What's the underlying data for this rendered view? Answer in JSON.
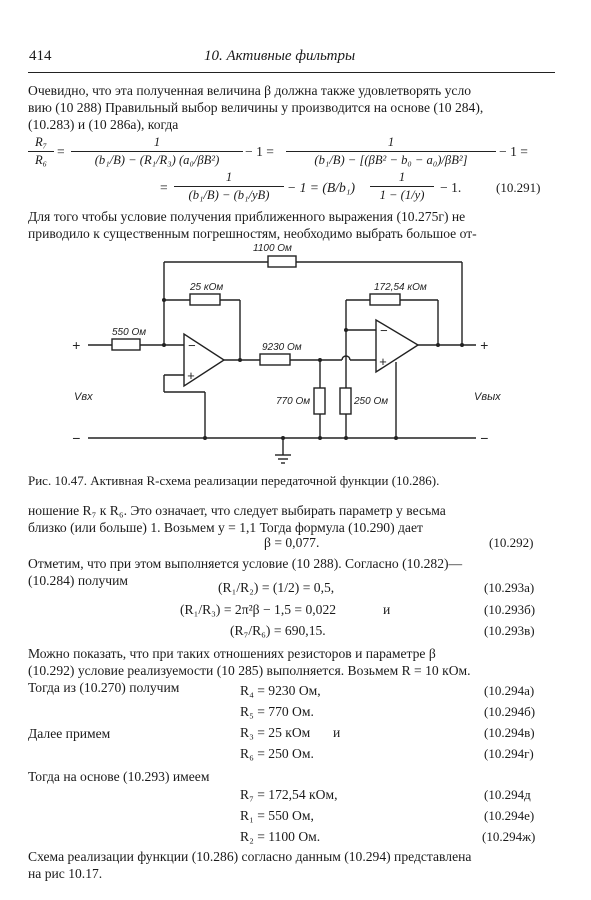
{
  "header": {
    "page_number": "414",
    "chapter": "10. Активные фильтры"
  },
  "para1": [
    "Очевидно, что эта полученная величина β должна также удовлетворять усло",
    "вию (10 288) Правильный выбор величины y производится на основе (10 284),",
    "(10.283) и (10 286а), когда"
  ],
  "eq_main": {
    "lhs_num": "R₇",
    "lhs_den": "R₆",
    "f1_num": "1",
    "f1_den": "(b₁/B) − (R₁/R₃) (a₀/βB²)",
    "f2_num": "1",
    "f2_den": "(b₁/B) − [(βB² − b₀ − a₀)/βB²]",
    "minus_one": "− 1 =",
    "f3_num": "1",
    "f3_den": "(b₁/B) − (b₁/yB)",
    "mid": "− 1 = (B/b₁)",
    "f4_num": "1",
    "f4_den": "1 − (1/y)",
    "tail": "− 1.",
    "number": "(10.291)"
  },
  "para2": [
    "Для того чтобы условие получения приближенного выражения (10.275г) не",
    "приводило к существенным погрешностям, необходимо выбрать большое от-"
  ],
  "circuit": {
    "r2": "1100 Ом",
    "r3": "25 кОм",
    "r1": "550 Ом",
    "r4": "9230 Ом",
    "r7": "172,54 кОм",
    "r5": "770 Ом",
    "r6": "250 Ом",
    "vin": "Vвх",
    "vout": "Vвых",
    "plus": "+",
    "minus": "−"
  },
  "caption": "Рис. 10.47. Активная R-схема реализации передаточной функции (10.286).",
  "para3": [
    "ношение R₇ к R₆. Это означает, что следует выбирать параметр y весьма",
    "близко (или больше) 1. Возьмем y = 1,1  Тогда формула (10.290) дает"
  ],
  "eq_292": {
    "text": "β = 0,077.",
    "number": "(10.292)"
  },
  "para4": [
    "Отметим, что при этом выполняется условие (10 288). Согласно (10.282)—",
    "(10.284) получим"
  ],
  "eqs_293": [
    {
      "text": "(R₁/R₂) = (1/2) = 0,5,",
      "number": "(10.293а)"
    },
    {
      "text": "(R₁/R₃) = 2π²β − 1,5 = 0,022",
      "extra": "и",
      "number": "(10.293б)"
    },
    {
      "text": "(R₇/R₆) = 690,15.",
      "number": "(10.293в)"
    }
  ],
  "para5": [
    "Можно показать, что при таких отношениях резисторов и параметре β",
    "(10.292) условие реализуемости (10 285) выполняется. Возьмем R = 10 кОм.",
    "Тогда из (10.270) получим"
  ],
  "eqs_294": [
    {
      "pre": "",
      "text": "R₄ = 9230  Ом,",
      "extra": "",
      "number": "(10.294а)"
    },
    {
      "pre": "",
      "text": "R₅ = 770  Ом.",
      "extra": "",
      "number": "(10.294б)"
    },
    {
      "pre": "Далее примем",
      "text": "R₃ = 25  кОм",
      "extra": "и",
      "number": "(10.294в)"
    },
    {
      "pre": "",
      "text": "R₆ = 250  Ом.",
      "extra": "",
      "number": "(10.294г)"
    }
  ],
  "para6": "Тогда на основе (10.293) имеем",
  "eqs_294b": [
    {
      "text": "R₇ = 172,54  кОм,",
      "number": "(10.294д"
    },
    {
      "text": "R₁ = 550  Ом,",
      "number": "(10.294е)"
    },
    {
      "text": "R₂ = 1100  Ом.",
      "number": "(10.294ж)"
    }
  ],
  "para7": [
    "Схема реализации функции (10.286) согласно данным (10.294) представлена",
    "на рис 10.17."
  ]
}
